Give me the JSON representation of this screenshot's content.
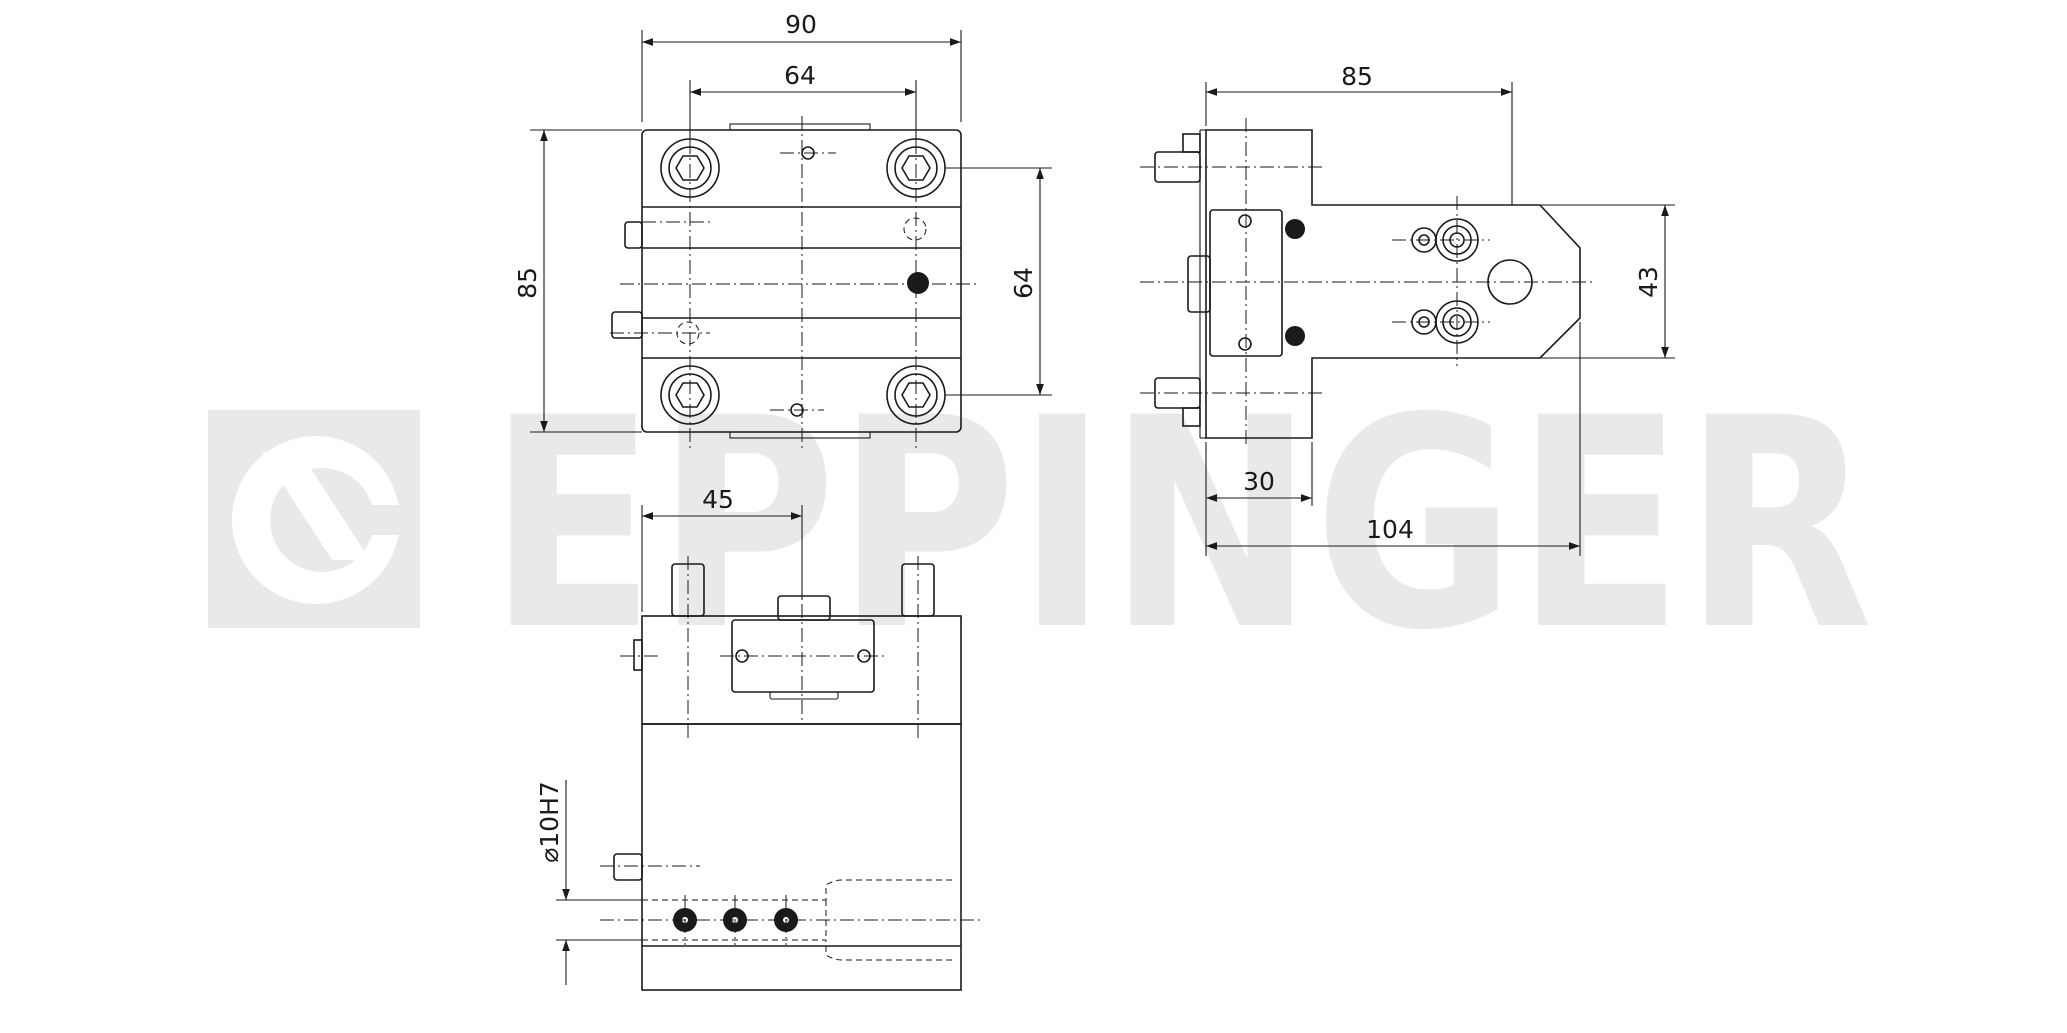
{
  "watermark": {
    "text": "EPPINGER",
    "color": "#e9e9e9"
  },
  "dimensions": {
    "top_width": "90",
    "top_inner_width": "64",
    "top_height": "85",
    "top_inner_height": "64",
    "side_width": "85",
    "side_height": "43",
    "side_offset": "30",
    "side_total": "104",
    "front_offset": "45",
    "bore": "⌀10H7"
  },
  "colors": {
    "line": "#1a1a1a",
    "background": "#ffffff"
  }
}
